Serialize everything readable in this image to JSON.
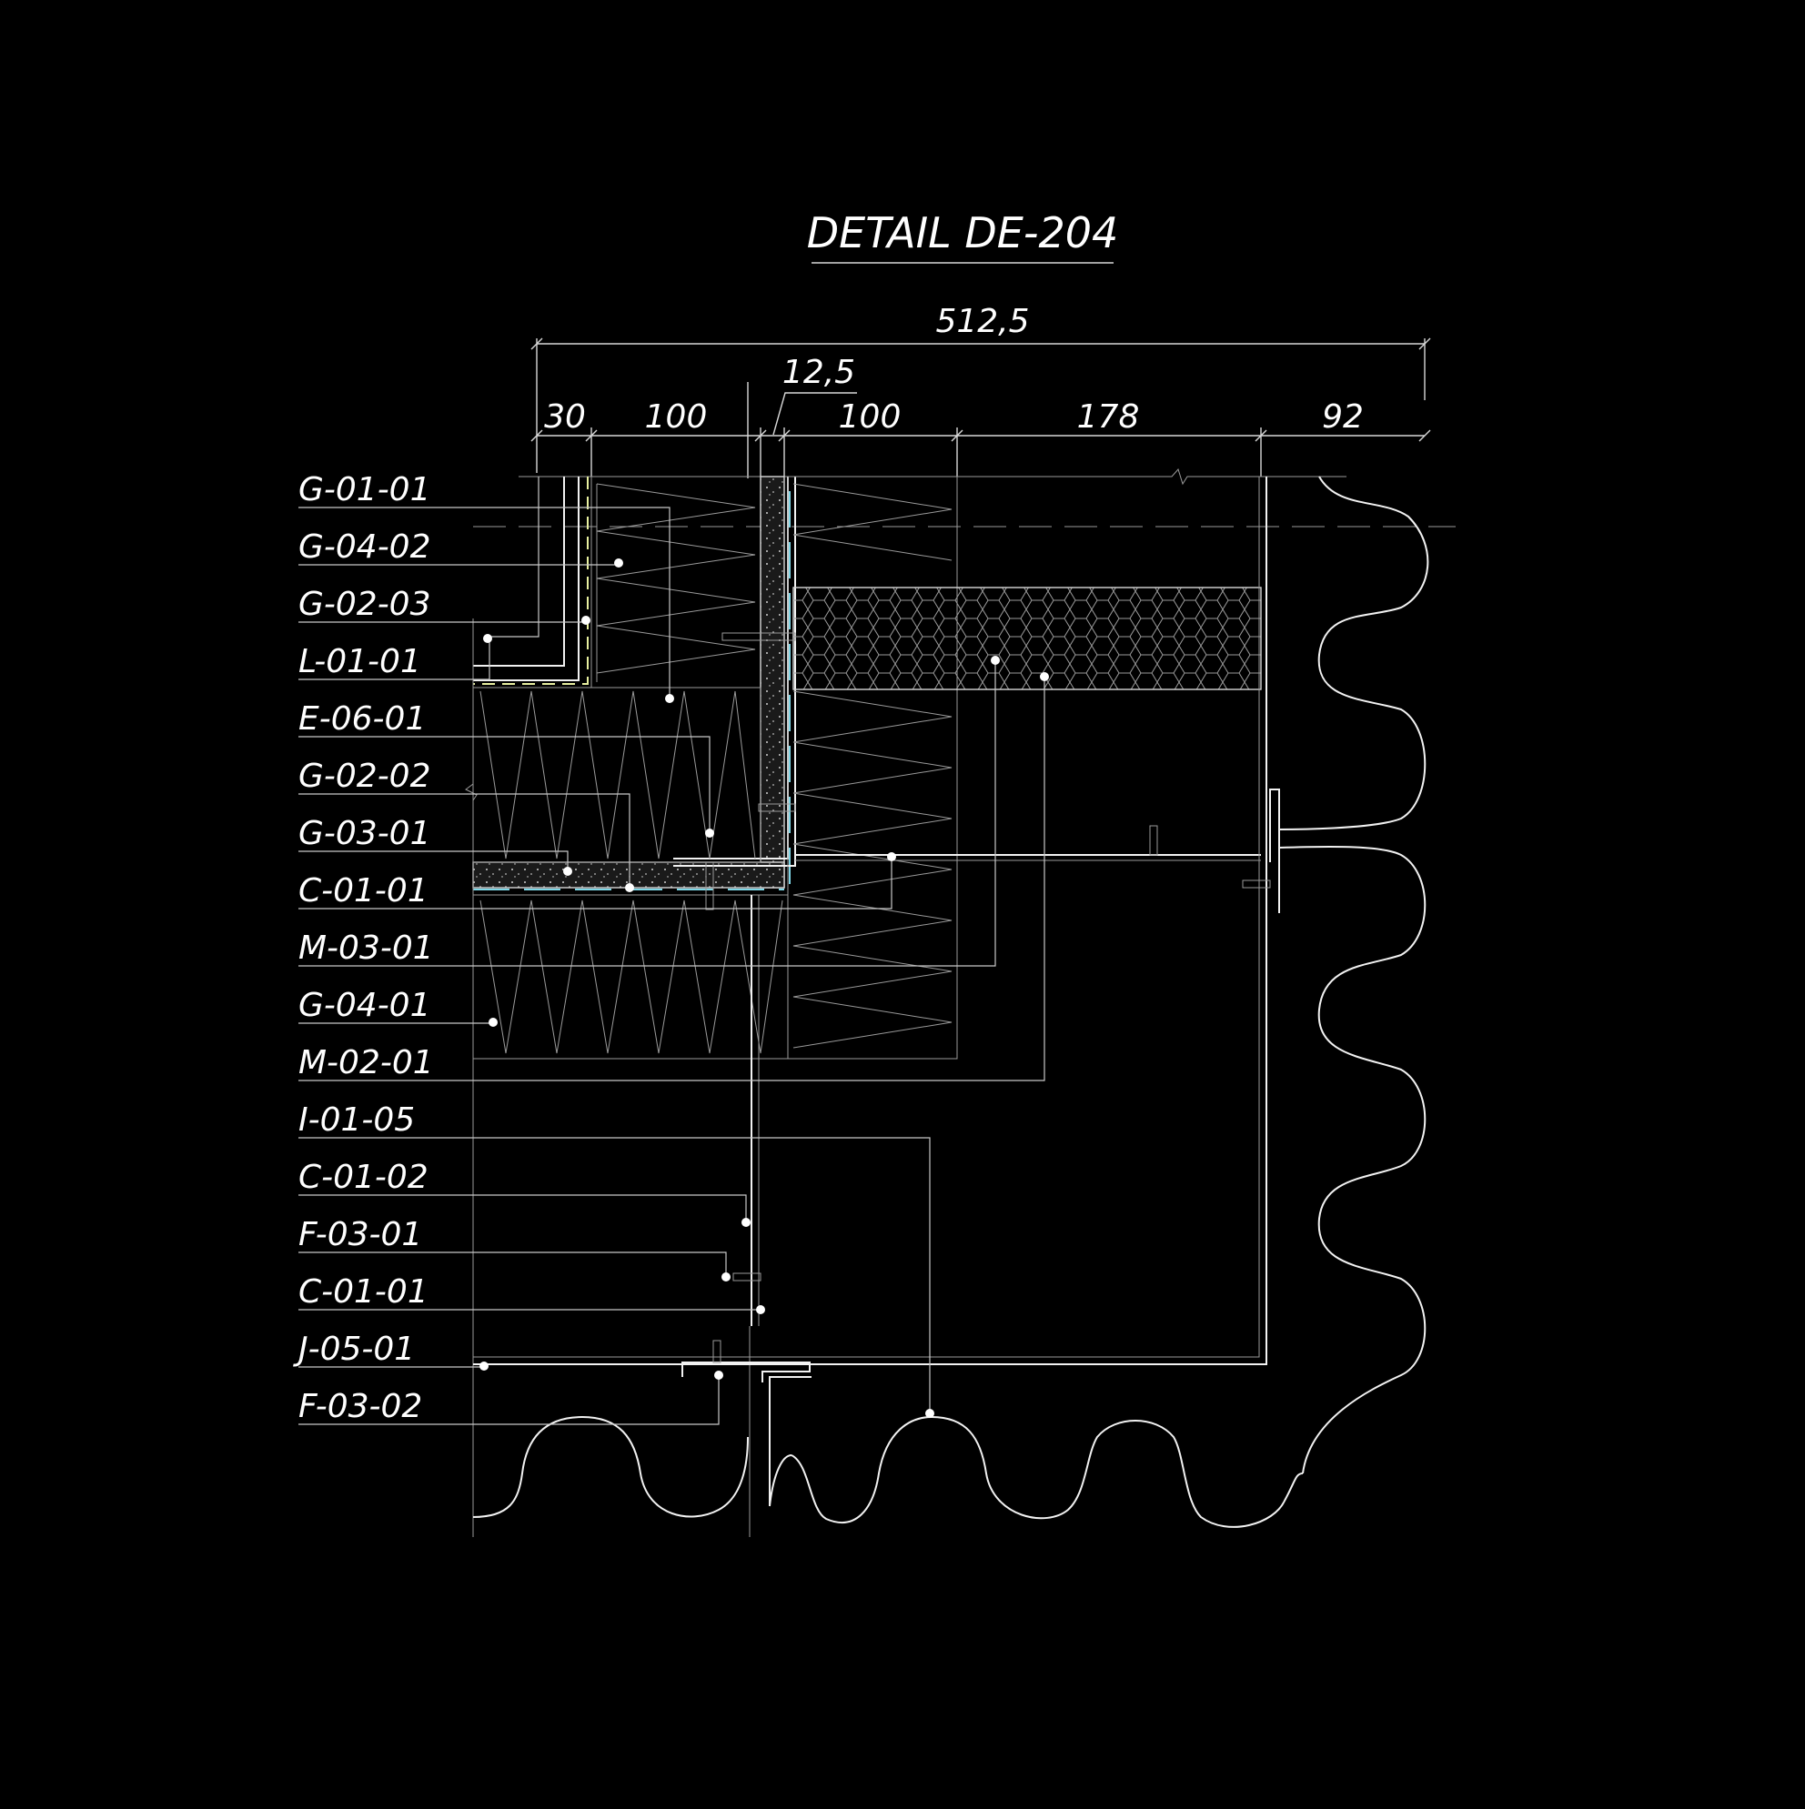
{
  "title": "DETAIL DE-204",
  "dimensions": {
    "overall": "512,5",
    "d30": "30",
    "d100a": "100",
    "d12_5": "12,5",
    "d100b": "100",
    "d178": "178",
    "d92": "92"
  },
  "labels": [
    "G-01-01",
    "G-04-02",
    "G-02-03",
    "L-01-01",
    "E-06-01",
    "G-02-02",
    "G-03-01",
    "C-01-01",
    "M-03-01",
    "G-04-01",
    "M-02-01",
    "I-01-05",
    "C-01-02",
    "F-03-01",
    "C-01-01",
    "J-05-01",
    "F-03-02"
  ],
  "colors": {
    "background": "#000000",
    "line": "#ffffff",
    "membrane": "#7fd6e6",
    "vapor": "#e8f0a0"
  }
}
